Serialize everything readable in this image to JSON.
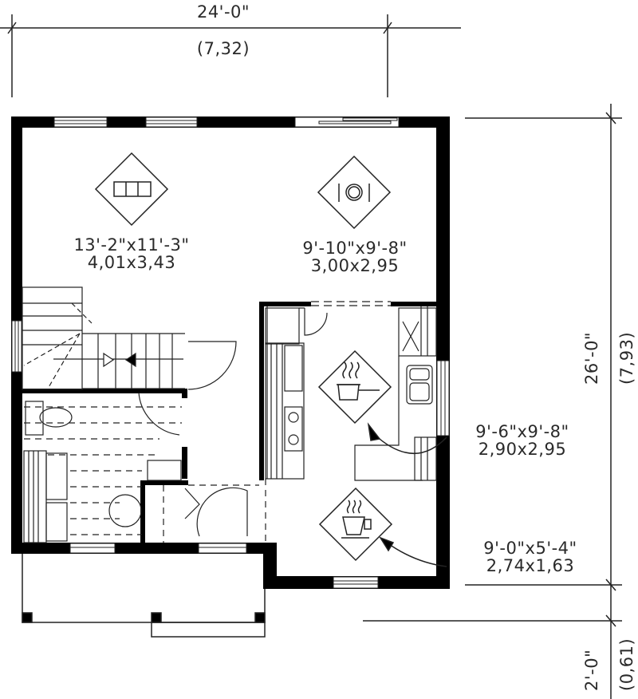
{
  "dimensions": {
    "width_imperial": "24'-0\"",
    "width_metric": "(7,32)",
    "depth_imperial": "26'-0\"",
    "depth_metric": "(7,93)",
    "porch_imperial": "2'-0\"",
    "porch_metric": "(0,61)"
  },
  "rooms": [
    {
      "name": "living-room",
      "icon": "sofa-icon",
      "imperial": "13'-2\"x11'-3\"",
      "metric": "4,01x3,43"
    },
    {
      "name": "dining-room",
      "icon": "place-setting-icon",
      "imperial": "9'-10\"x9'-8\"",
      "metric": "3,00x2,95"
    },
    {
      "name": "kitchen",
      "icon": "cooking-pot-icon",
      "imperial": "9'-6\"x9'-8\"",
      "metric": "2,90x2,95"
    },
    {
      "name": "breakfast-nook",
      "icon": "coffee-cup-icon",
      "imperial": "9'-0\"x5'-4\"",
      "metric": "2,74x1,63"
    }
  ],
  "colors": {
    "wall": "#000000",
    "line": "#222222",
    "background": "#ffffff"
  }
}
